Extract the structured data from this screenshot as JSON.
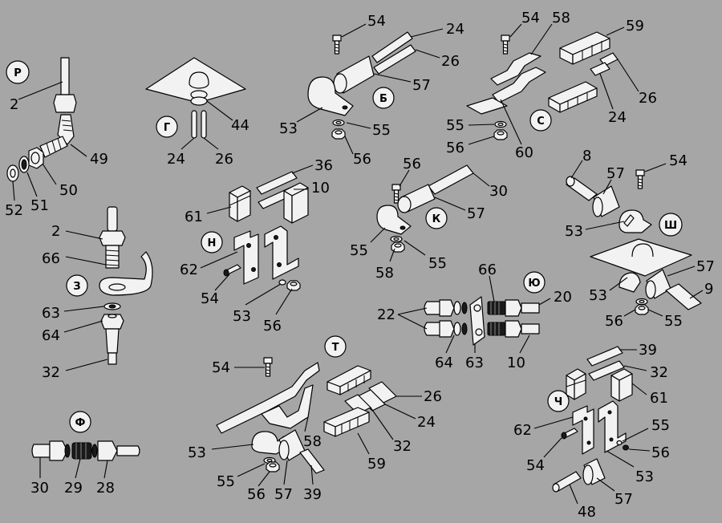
{
  "groups": {
    "R": {
      "letter": "Р",
      "labels": [
        "2",
        "49",
        "50",
        "51",
        "52"
      ]
    },
    "G": {
      "letter": "Г",
      "labels": [
        "44",
        "24",
        "26"
      ]
    },
    "B": {
      "letter": "Б",
      "labels": [
        "54",
        "24",
        "26",
        "57",
        "53",
        "55",
        "56"
      ]
    },
    "S": {
      "letter": "С",
      "labels": [
        "54",
        "58",
        "59",
        "26",
        "24",
        "55",
        "56",
        "60"
      ]
    },
    "N": {
      "letter": "Н",
      "labels": [
        "36",
        "10",
        "61",
        "62",
        "54",
        "53",
        "56"
      ]
    },
    "K": {
      "letter": "К",
      "labels": [
        "56",
        "30",
        "57",
        "55",
        "58",
        "55"
      ]
    },
    "Sh": {
      "letter": "Ш",
      "labels": [
        "8",
        "57",
        "54",
        "53",
        "57",
        "53",
        "9",
        "56",
        "55"
      ]
    },
    "Z": {
      "letter": "З",
      "labels": [
        "2",
        "66",
        "63",
        "64",
        "32"
      ]
    },
    "Yu": {
      "letter": "Ю",
      "labels": [
        "66",
        "22",
        "20",
        "64",
        "63",
        "10"
      ]
    },
    "T": {
      "letter": "Т",
      "labels": [
        "54",
        "26",
        "24",
        "58",
        "53",
        "32",
        "59",
        "55",
        "56",
        "57",
        "39"
      ]
    },
    "Ch": {
      "letter": "Ч",
      "labels": [
        "39",
        "32",
        "61",
        "62",
        "55",
        "56",
        "54",
        "53",
        "48",
        "57"
      ]
    },
    "F": {
      "letter": "Ф",
      "labels": [
        "30",
        "29",
        "28"
      ]
    }
  }
}
